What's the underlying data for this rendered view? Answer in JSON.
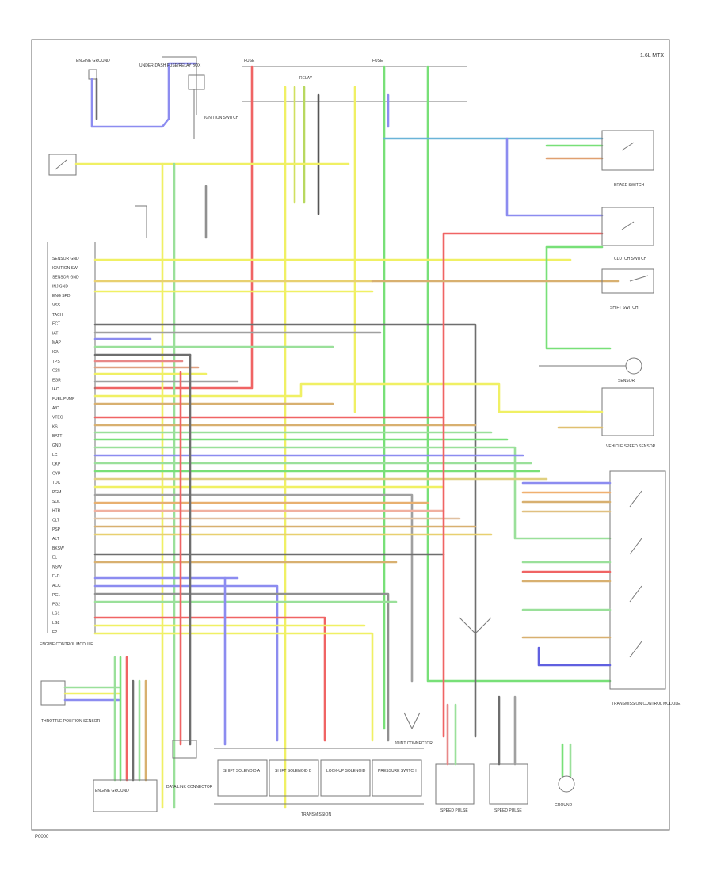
{
  "figure": {
    "corner_label": "1.6L MTX",
    "page_code": "P0000",
    "engine_control_module": "ENGINE CONTROL MODULE",
    "module_pins": [
      "SENSOR GND",
      "IGNITION SW",
      "SENSOR GND",
      "INJ GND",
      "ENG SPD",
      "VSS",
      "TACH",
      "ECT",
      "IAT",
      "MAP",
      "IGN",
      "TPS",
      "O2S",
      "EGR",
      "IAC",
      "FUEL PUMP",
      "A/C",
      "VTEC",
      "KS",
      "BATT",
      "GND",
      "LG",
      "CKP",
      "CYP",
      "TDC",
      "PGM",
      "SOL",
      "HTR",
      "CLT",
      "PSP",
      "ALT",
      "BKSW",
      "EL",
      "NSW",
      "FLR",
      "ACC",
      "PG1",
      "PG2",
      "LG1",
      "LG2",
      "E2"
    ],
    "component_labels": {
      "ground_top_left": "ENGINE GROUND",
      "fuse_box": "UNDER-DASH FUSE/RELAY BOX",
      "ignition_switch": "IGNITION SWITCH",
      "top_fuse_a": "FUSE",
      "top_fuse_b": "FUSE",
      "relay_left": "RELAY",
      "brake_switch": "BRAKE SWITCH",
      "clutch_switch": "CLUTCH SWITCH",
      "shift_switch": "SHIFT SWITCH",
      "tcm": "TRANSMISSION CONTROL MODULE",
      "speed_sensor": "VEHICLE SPEED SENSOR",
      "solenoid_a": "SHIFT SOLENOID A",
      "solenoid_b": "SHIFT SOLENOID B",
      "lockup_solenoid": "LOCK-UP SOLENOID",
      "pressure_sensor": "PRESSURE SWITCH",
      "transmission": "TRANSMISSION",
      "tps": "THROTTLE POSITION SENSOR",
      "engine_ground": "ENGINE GROUND",
      "data_link": "DATA LINK CONNECTOR",
      "connector_bottom": "JOINT CONNECTOR",
      "speed_pulse_a": "SPEED PULSE",
      "speed_pulse_b": "SPEED PULSE",
      "sensor_right": "SENSOR",
      "ground_bottom_right": "GROUND"
    }
  }
}
